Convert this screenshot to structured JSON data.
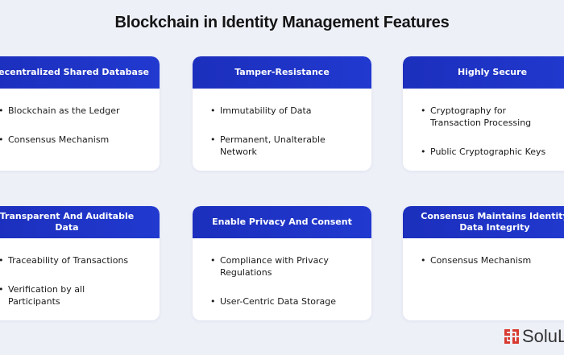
{
  "title": "Blockchain in Identity Management Features",
  "cards": [
    {
      "heading": "Decentralized Shared Database",
      "items": [
        "Blockchain as the Ledger",
        "Consensus Mechanism"
      ]
    },
    {
      "heading": "Tamper-Resistance",
      "items": [
        "Immutability of Data",
        "Permanent, Unalterable Network"
      ]
    },
    {
      "heading": "Highly Secure",
      "items": [
        "Cryptography for Transaction Processing",
        "Public Cryptographic Keys"
      ]
    },
    {
      "heading": "Transparent And Auditable Data",
      "items": [
        "Traceability of Transactions",
        "Verification by all Participants"
      ]
    },
    {
      "heading": "Enable Privacy And Consent",
      "items": [
        "Compliance with Privacy Regulations",
        "User-Centric Data Storage"
      ]
    },
    {
      "heading": "Consensus Maintains Identity Data Integrity",
      "items": [
        "Consensus Mechanism"
      ]
    }
  ],
  "logo": {
    "text": "SoluLab"
  },
  "colors": {
    "header": "#2036c8",
    "background": "#eef0f8",
    "logo_mark": "#d83a30"
  }
}
